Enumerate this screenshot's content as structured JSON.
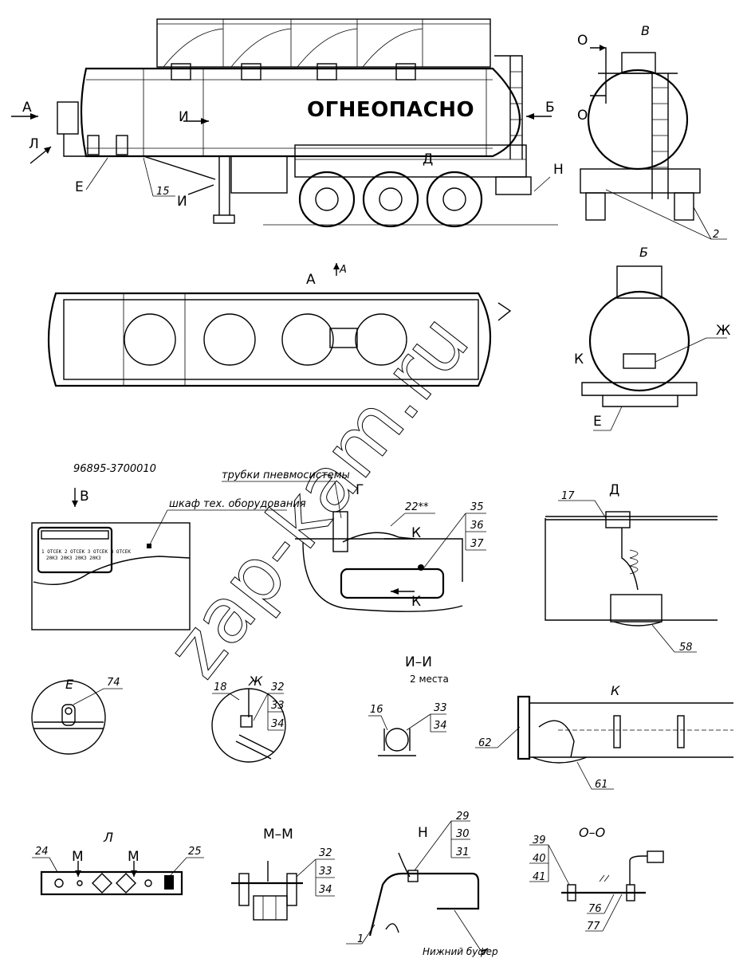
{
  "main": {
    "warning_sign": "ОГНЕОПАСНО"
  },
  "labels": {
    "A": "А",
    "A_top": "А",
    "A_arrow": "А",
    "B_side": "Б",
    "B_view": "Б",
    "V_view": "В",
    "V_arrow": "В",
    "G": "Г",
    "D": "Д",
    "D_view": "Д",
    "E_side": "Е",
    "E_front": "Е",
    "E_view": "Е",
    "ZH": "Ж",
    "ZH_view": "Ж",
    "I1": "И",
    "I2": "И",
    "II_section": "И–И",
    "II_qty": "2 места",
    "K_front": "К",
    "K_top": "К",
    "K_bottom": "К",
    "K_view": "К",
    "L_side": "Л",
    "L_view": "Л",
    "M1": "М",
    "M2": "М",
    "MM_section": "М–М",
    "N_side": "Н",
    "N_view": "Н",
    "O1": "О",
    "O2": "О",
    "OO_section": "О–О"
  },
  "parts": {
    "p2": "2",
    "p15": "15",
    "p16": "16",
    "p17": "17",
    "p18": "18",
    "p22": "22**",
    "p24": "24",
    "p25": "25",
    "p29": "29",
    "p30": "30",
    "p31": "31",
    "p32a": "32",
    "p33a": "33",
    "p34a": "34",
    "p32b": "32",
    "p33b": "33",
    "p34b": "34",
    "p33c": "33",
    "p34c": "34",
    "p35": "35",
    "p36": "36",
    "p37": "37",
    "p39": "39",
    "p40": "40",
    "p41": "41",
    "p58": "58",
    "p61": "61",
    "p62": "62",
    "p74": "74",
    "p76": "76",
    "p77": "77",
    "p1": "1"
  },
  "notes": {
    "drawing_no": "96895-3700010",
    "pneumo_tubes": "трубки пневмосистемы",
    "cabinet": "шкаф тех. оборудования",
    "lower_bumper": "Нижний буфер"
  },
  "panel": {
    "row_text": "1 ОТСЕК  2 ОТСЕК  3 ОТСЕК  4 ОТСЕК",
    "sub_text": "20КЗ  20КЗ  20КЗ  20КЗ"
  },
  "watermark": "zap-kam.ru"
}
